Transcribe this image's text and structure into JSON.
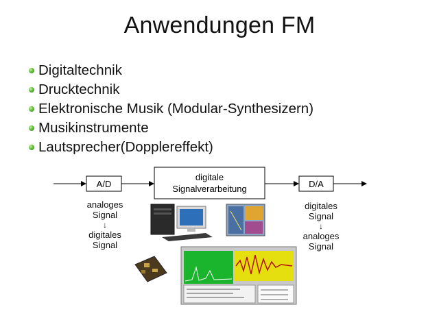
{
  "title": "Anwendungen FM",
  "bullets": [
    {
      "label": "Digitaltechnik"
    },
    {
      "label": "Drucktechnik"
    },
    {
      "label": "Elektronische Musik (Modular-Synthesizern)"
    },
    {
      "label": "Musikinstrumente"
    },
    {
      "label": "Lautsprecher(Dopplereffekt)"
    }
  ],
  "diagram": {
    "ad_label": "A/D",
    "dsp_label_line1": "digitale",
    "dsp_label_line2": "Signalverarbeitung",
    "da_label": "D/A",
    "left_caption": {
      "from_line1": "analoges",
      "from_line2": "Signal",
      "arrow": "↓",
      "to_line1": "digitales",
      "to_line2": "Signal"
    },
    "right_caption": {
      "from_line1": "digitales",
      "from_line2": "Signal",
      "arrow": "↓",
      "to_line1": "analoges",
      "to_line2": "Signal"
    }
  }
}
